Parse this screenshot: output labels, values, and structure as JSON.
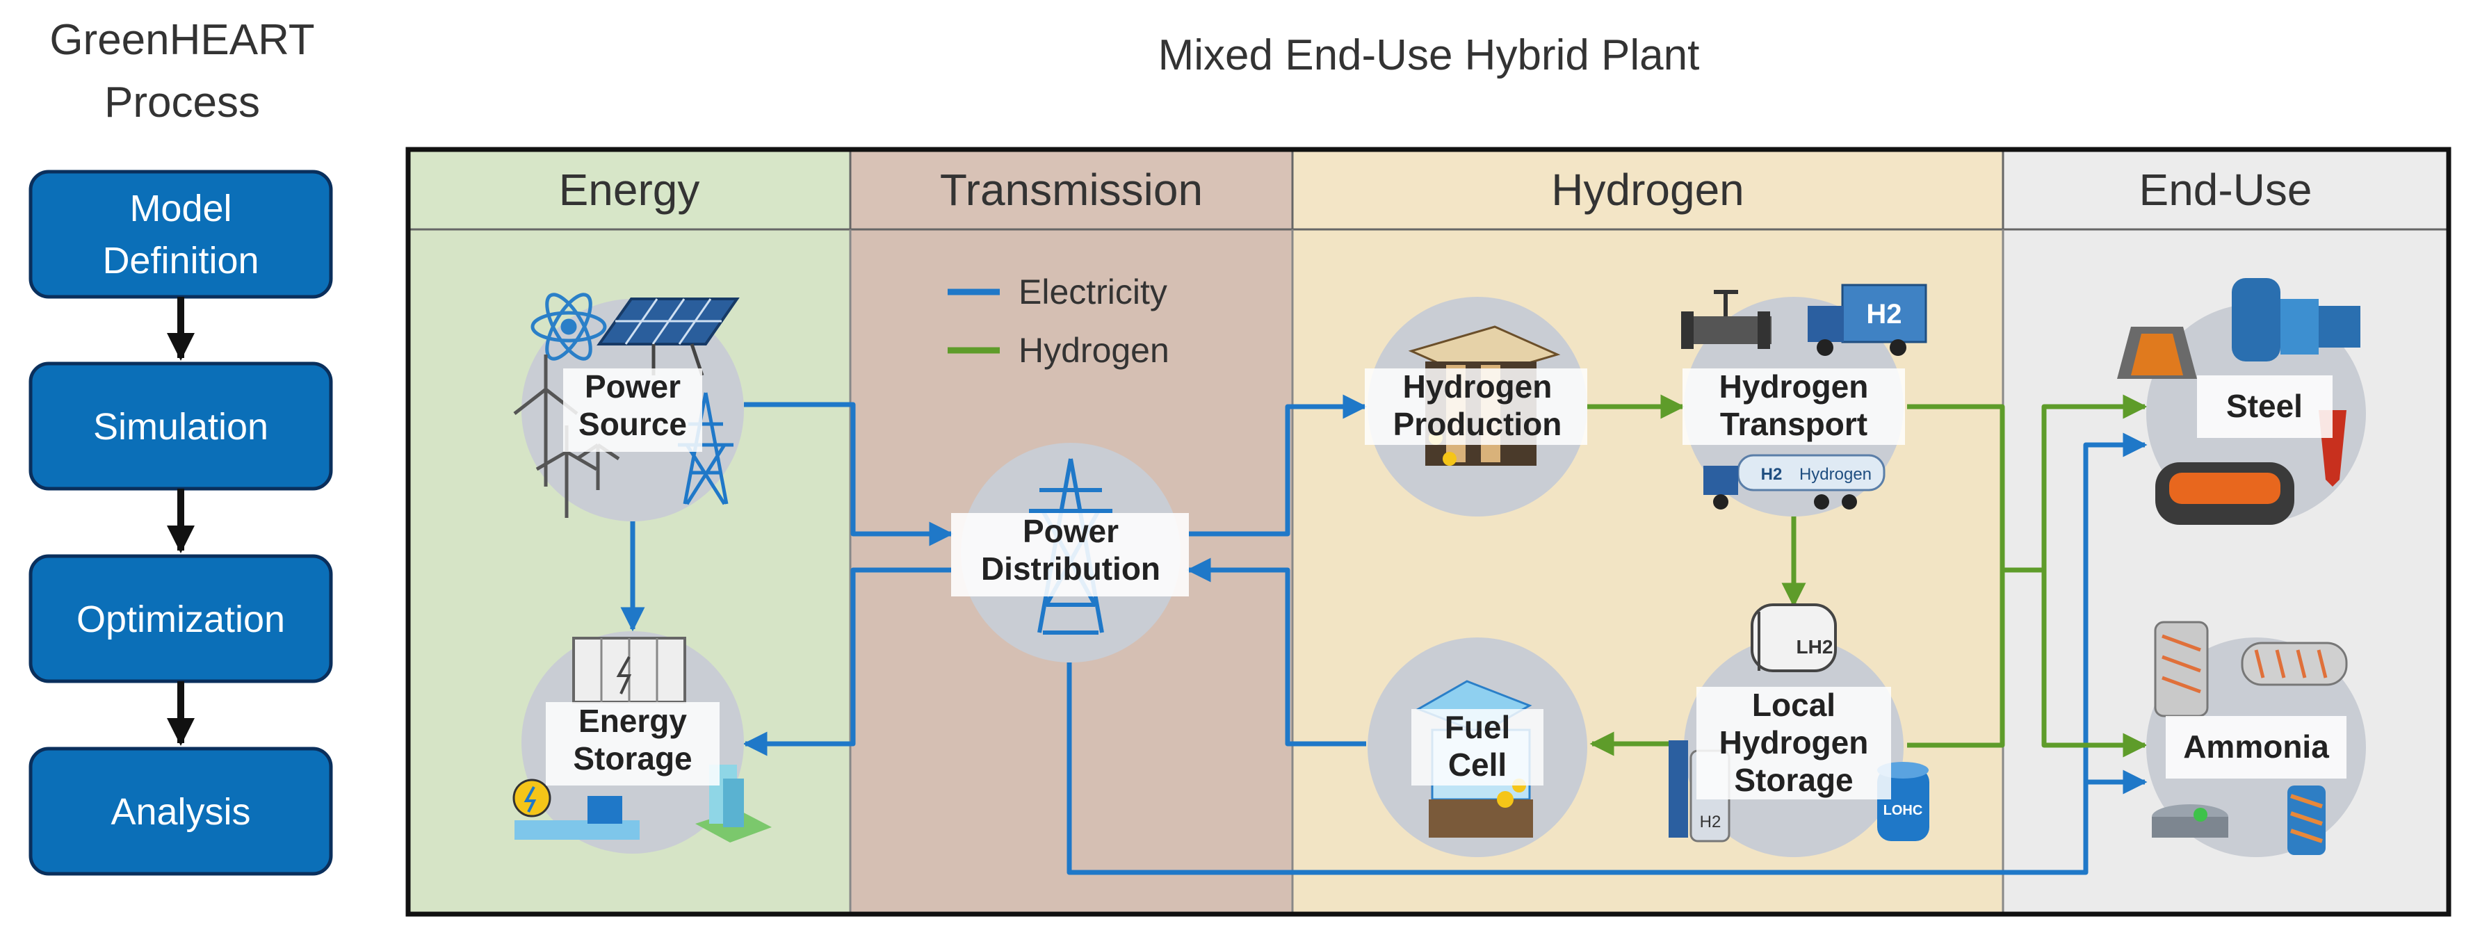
{
  "process": {
    "title_line1": "GreenHEART",
    "title_line2": "Process",
    "steps": [
      {
        "line1": "Model",
        "line2": "Definition"
      },
      {
        "line1": "Simulation",
        "line2": ""
      },
      {
        "line1": "Optimization",
        "line2": ""
      },
      {
        "line1": "Analysis",
        "line2": ""
      }
    ]
  },
  "plant": {
    "title": "Mixed End-Use Hybrid Plant",
    "columns": {
      "energy": "Energy",
      "transmission": "Transmission",
      "hydrogen": "Hydrogen",
      "enduse": "End-Use"
    },
    "nodes": {
      "power_source": {
        "line1": "Power",
        "line2": "Source"
      },
      "energy_storage": {
        "line1": "Energy",
        "line2": "Storage"
      },
      "power_distribution": {
        "line1": "Power",
        "line2": "Distribution"
      },
      "hydrogen_production": {
        "line1": "Hydrogen",
        "line2": "Production"
      },
      "hydrogen_transport": {
        "line1": "Hydrogen",
        "line2": "Transport"
      },
      "local_storage": {
        "line1": "Local",
        "line2": "Hydrogen",
        "line3": "Storage"
      },
      "fuel_cell": {
        "line1": "Fuel",
        "line2": "Cell"
      },
      "steel": {
        "line1": "Steel"
      },
      "ammonia": {
        "line1": "Ammonia"
      }
    },
    "legend": {
      "electricity": "Electricity",
      "hydrogen": "Hydrogen"
    },
    "icon_text": {
      "h2_truck": "H2",
      "trailer": "Hydrogen",
      "trailer_h2": "H2",
      "lh2": "LH2",
      "lohc": "LOHC",
      "tank_h2": "H2"
    }
  },
  "colors": {
    "step_fill": "#0b6fb8",
    "step_border": "#0a2f5c",
    "electricity": "#1f78c8",
    "hydrogen": "#5e9c2a",
    "energy_bg": "#d6e4c6",
    "energy_header": "#d7e6c8",
    "transmission_bg": "#d5bfb3",
    "hydrogen_bg": "#f2e4c4",
    "enduse_bg": "#ebebeb",
    "node_circle": "#c9cdd4"
  }
}
